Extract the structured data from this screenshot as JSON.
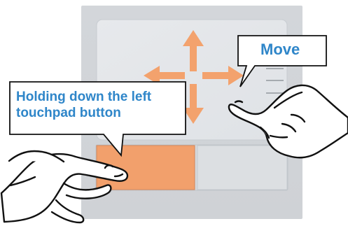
{
  "illustration": {
    "callouts": {
      "move": "Move",
      "hold_line_1": "Holding down the left",
      "hold_line_2": "touchpad button"
    },
    "colors": {
      "arrow_and_pressed_button": "#F4A26B",
      "touchpad_frame": "#D9DCDF",
      "touchpad_surface": "#E3E5E8",
      "right_button": "#DCDEE1",
      "callout_text": "#2F86C9",
      "outline": "#111111"
    },
    "icons": {
      "move_direction": "four-way-arrow-icon",
      "left_hand": "hand-pressing-left-button-icon",
      "right_hand": "hand-pointing-touchpad-icon"
    }
  }
}
